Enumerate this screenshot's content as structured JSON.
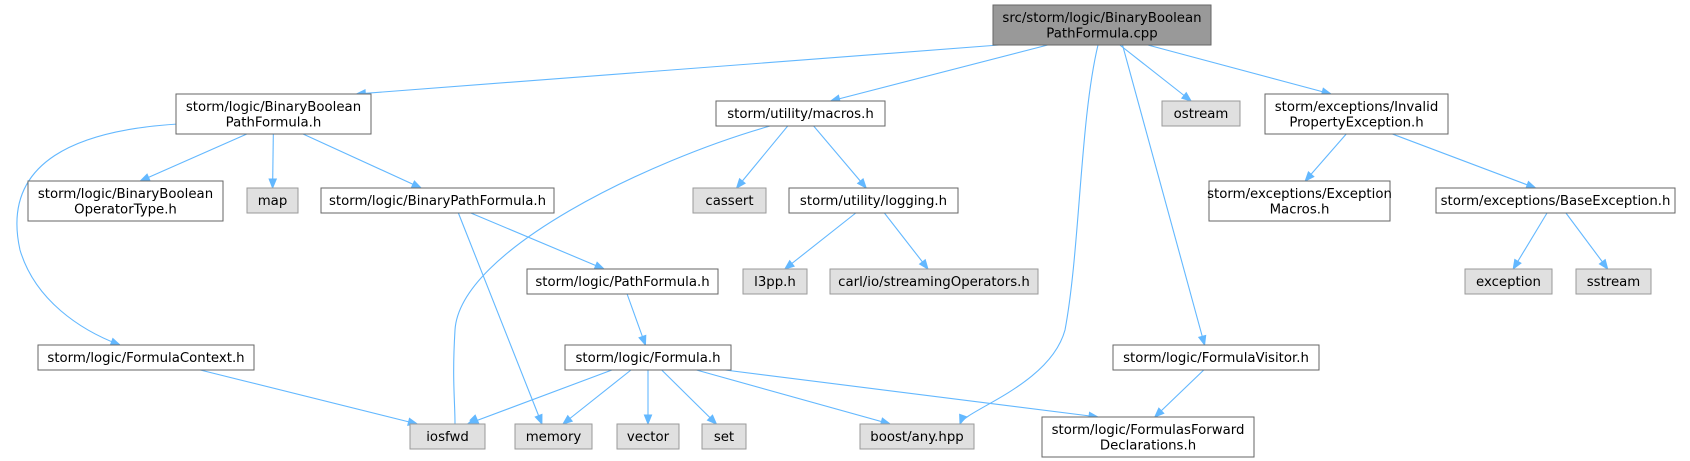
{
  "colors": {
    "root_fill": "#999999",
    "root_stroke": "#666666",
    "file_fill": "#ffffff",
    "file_stroke": "#666666",
    "external_fill": "#e0e0e0",
    "external_stroke": "#999999",
    "edge": "#63b8ff"
  },
  "nodes": [
    {
      "id": "root",
      "lines": [
        "src/storm/logic/BinaryBoolean",
        "PathFormula.cpp"
      ],
      "kind": "root"
    },
    {
      "id": "bbpf_h",
      "lines": [
        "storm/logic/BinaryBoolean",
        "PathFormula.h"
      ],
      "kind": "file"
    },
    {
      "id": "macros_h",
      "lines": [
        "storm/utility/macros.h"
      ],
      "kind": "file"
    },
    {
      "id": "ostream",
      "lines": [
        "ostream"
      ],
      "kind": "external"
    },
    {
      "id": "invalid_h",
      "lines": [
        "storm/exceptions/Invalid",
        "PropertyException.h"
      ],
      "kind": "file"
    },
    {
      "id": "bbot_h",
      "lines": [
        "storm/logic/BinaryBoolean",
        "OperatorType.h"
      ],
      "kind": "file"
    },
    {
      "id": "map",
      "lines": [
        "map"
      ],
      "kind": "external"
    },
    {
      "id": "bpf_h",
      "lines": [
        "storm/logic/BinaryPathFormula.h"
      ],
      "kind": "file"
    },
    {
      "id": "cassert",
      "lines": [
        "cassert"
      ],
      "kind": "external"
    },
    {
      "id": "logging_h",
      "lines": [
        "storm/utility/logging.h"
      ],
      "kind": "file"
    },
    {
      "id": "excmacros_h",
      "lines": [
        "storm/exceptions/Exception",
        "Macros.h"
      ],
      "kind": "file"
    },
    {
      "id": "baseexc_h",
      "lines": [
        "storm/exceptions/BaseException.h"
      ],
      "kind": "file"
    },
    {
      "id": "pf_h",
      "lines": [
        "storm/logic/PathFormula.h"
      ],
      "kind": "file"
    },
    {
      "id": "l3pp_h",
      "lines": [
        "l3pp.h"
      ],
      "kind": "external"
    },
    {
      "id": "carl_h",
      "lines": [
        "carl/io/streamingOperators.h"
      ],
      "kind": "external"
    },
    {
      "id": "exception",
      "lines": [
        "exception"
      ],
      "kind": "external"
    },
    {
      "id": "sstream",
      "lines": [
        "sstream"
      ],
      "kind": "external"
    },
    {
      "id": "fctx_h",
      "lines": [
        "storm/logic/FormulaContext.h"
      ],
      "kind": "file"
    },
    {
      "id": "formula_h",
      "lines": [
        "storm/logic/Formula.h"
      ],
      "kind": "file"
    },
    {
      "id": "fvisitor_h",
      "lines": [
        "storm/logic/FormulaVisitor.h"
      ],
      "kind": "file"
    },
    {
      "id": "iosfwd",
      "lines": [
        "iosfwd"
      ],
      "kind": "external"
    },
    {
      "id": "memory",
      "lines": [
        "memory"
      ],
      "kind": "external"
    },
    {
      "id": "vector",
      "lines": [
        "vector"
      ],
      "kind": "external"
    },
    {
      "id": "set",
      "lines": [
        "set"
      ],
      "kind": "external"
    },
    {
      "id": "boost_any",
      "lines": [
        "boost/any.hpp"
      ],
      "kind": "external"
    },
    {
      "id": "ffwd_h",
      "lines": [
        "storm/logic/FormulasForward",
        "Declarations.h"
      ],
      "kind": "file"
    }
  ],
  "edges": [
    [
      "root",
      "bbpf_h"
    ],
    [
      "root",
      "macros_h"
    ],
    [
      "root",
      "ostream"
    ],
    [
      "root",
      "invalid_h"
    ],
    [
      "root",
      "boost_any"
    ],
    [
      "root",
      "fvisitor_h"
    ],
    [
      "bbpf_h",
      "bbot_h"
    ],
    [
      "bbpf_h",
      "map"
    ],
    [
      "bbpf_h",
      "bpf_h"
    ],
    [
      "bbpf_h",
      "fctx_h"
    ],
    [
      "macros_h",
      "cassert"
    ],
    [
      "macros_h",
      "logging_h"
    ],
    [
      "macros_h",
      "iosfwd"
    ],
    [
      "logging_h",
      "l3pp_h"
    ],
    [
      "logging_h",
      "carl_h"
    ],
    [
      "invalid_h",
      "excmacros_h"
    ],
    [
      "invalid_h",
      "baseexc_h"
    ],
    [
      "baseexc_h",
      "exception"
    ],
    [
      "baseexc_h",
      "sstream"
    ],
    [
      "bpf_h",
      "pf_h"
    ],
    [
      "bpf_h",
      "memory"
    ],
    [
      "pf_h",
      "formula_h"
    ],
    [
      "fctx_h",
      "iosfwd"
    ],
    [
      "formula_h",
      "iosfwd"
    ],
    [
      "formula_h",
      "memory"
    ],
    [
      "formula_h",
      "vector"
    ],
    [
      "formula_h",
      "set"
    ],
    [
      "formula_h",
      "boost_any"
    ],
    [
      "formula_h",
      "ffwd_h"
    ],
    [
      "fvisitor_h",
      "ffwd_h"
    ]
  ]
}
